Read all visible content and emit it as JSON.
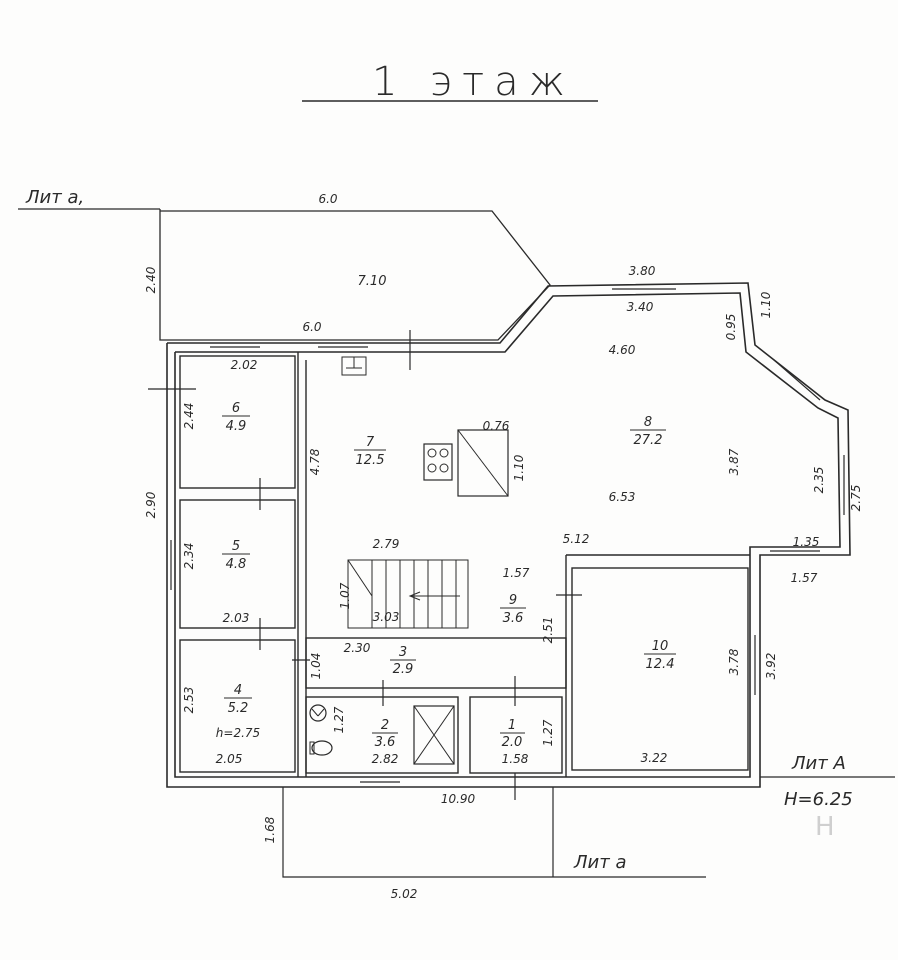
{
  "title": "1 этаж",
  "labels": {
    "lit_a_top": "Лит а,",
    "lit_a_right": "Лит А",
    "lit_a_bottom": "Лит а",
    "height": "H=6.25"
  },
  "watermark": "Н",
  "rooms": [
    {
      "num": "1",
      "area": "2.0"
    },
    {
      "num": "2",
      "area": "3.6"
    },
    {
      "num": "3",
      "area": "2.9"
    },
    {
      "num": "4",
      "area": "5.2"
    },
    {
      "num": "5",
      "area": "4.8"
    },
    {
      "num": "6",
      "area": "4.9"
    },
    {
      "num": "7",
      "area": "12.5"
    },
    {
      "num": "8",
      "area": "27.2"
    },
    {
      "num": "9",
      "area": "3.6"
    },
    {
      "num": "10",
      "area": "12.4"
    }
  ],
  "room4_height": "h=2.75",
  "terrace_area": "7.10",
  "dimensions": {
    "d_6_0_top": "6.0",
    "d_2_40": "2.40",
    "d_6_0": "6.0",
    "d_3_80": "3.80",
    "d_3_40": "3.40",
    "d_0_95": "0.95",
    "d_1_10a": "1.10",
    "d_4_60": "4.60",
    "d_2_02": "2.02",
    "d_2_44": "2.44",
    "d_0_76": "0.76",
    "d_1_10b": "1.10",
    "d_4_78": "4.78",
    "d_3_87": "3.87",
    "d_2_35": "2.35",
    "d_2_75": "2.75",
    "d_6_53": "6.53",
    "d_2_90": "2.90",
    "d_2_34": "2.34",
    "d_2_79": "2.79",
    "d_5_12": "5.12",
    "d_1_35": "1.35",
    "d_1_57a": "1.57",
    "d_1_57b": "1.57",
    "d_1_07": "1.07",
    "d_3_03": "3.03",
    "d_2_03": "2.03",
    "d_2_51": "2.51",
    "d_2_30": "2.30",
    "d_1_04": "1.04",
    "d_3_78": "3.78",
    "d_3_92": "3.92",
    "d_2_53": "2.53",
    "d_1_27a": "1.27",
    "d_1_27b": "1.27",
    "d_2_05": "2.05",
    "d_2_82": "2.82",
    "d_1_58": "1.58",
    "d_3_22": "3.22",
    "d_10_90": "10.90",
    "d_1_68": "1.68",
    "d_5_02": "5.02"
  }
}
